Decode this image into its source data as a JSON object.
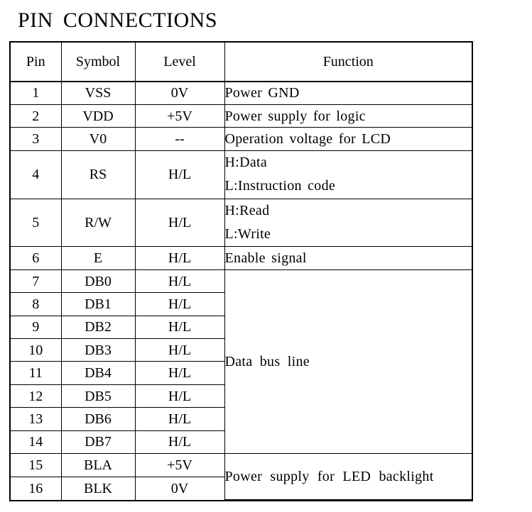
{
  "title": "PIN CONNECTIONS",
  "headers": {
    "pin": "Pin",
    "symbol": "Symbol",
    "level": "Level",
    "function": "Function"
  },
  "rows": [
    {
      "pin": "1",
      "symbol": "VSS",
      "level": "0V",
      "function": [
        "Power GND"
      ]
    },
    {
      "pin": "2",
      "symbol": "VDD",
      "level": "+5V",
      "function": [
        "Power supply for logic"
      ]
    },
    {
      "pin": "3",
      "symbol": "V0",
      "level": "--",
      "function": [
        "Operation voltage for LCD"
      ]
    },
    {
      "pin": "4",
      "symbol": "RS",
      "level": "H/L",
      "function": [
        "H:Data",
        "L:Instruction code"
      ]
    },
    {
      "pin": "5",
      "symbol": "R/W",
      "level": "H/L",
      "function": [
        "H:Read",
        "L:Write"
      ]
    },
    {
      "pin": "6",
      "symbol": "E",
      "level": "H/L",
      "function": [
        "Enable signal"
      ]
    },
    {
      "pin": "7",
      "symbol": "DB0",
      "level": "H/L"
    },
    {
      "pin": "8",
      "symbol": "DB1",
      "level": "H/L"
    },
    {
      "pin": "9",
      "symbol": "DB2",
      "level": "H/L"
    },
    {
      "pin": "10",
      "symbol": "DB3",
      "level": "H/L"
    },
    {
      "pin": "11",
      "symbol": "DB4",
      "level": "H/L"
    },
    {
      "pin": "12",
      "symbol": "DB5",
      "level": "H/L"
    },
    {
      "pin": "13",
      "symbol": "DB6",
      "level": "H/L"
    },
    {
      "pin": "14",
      "symbol": "DB7",
      "level": "H/L"
    },
    {
      "pin": "15",
      "symbol": "BLA",
      "level": "+5V"
    },
    {
      "pin": "16",
      "symbol": "BLK",
      "level": "0V"
    }
  ],
  "merged": {
    "data_bus": "Data bus line",
    "led_backlight": "Power supply for LED backlight"
  }
}
